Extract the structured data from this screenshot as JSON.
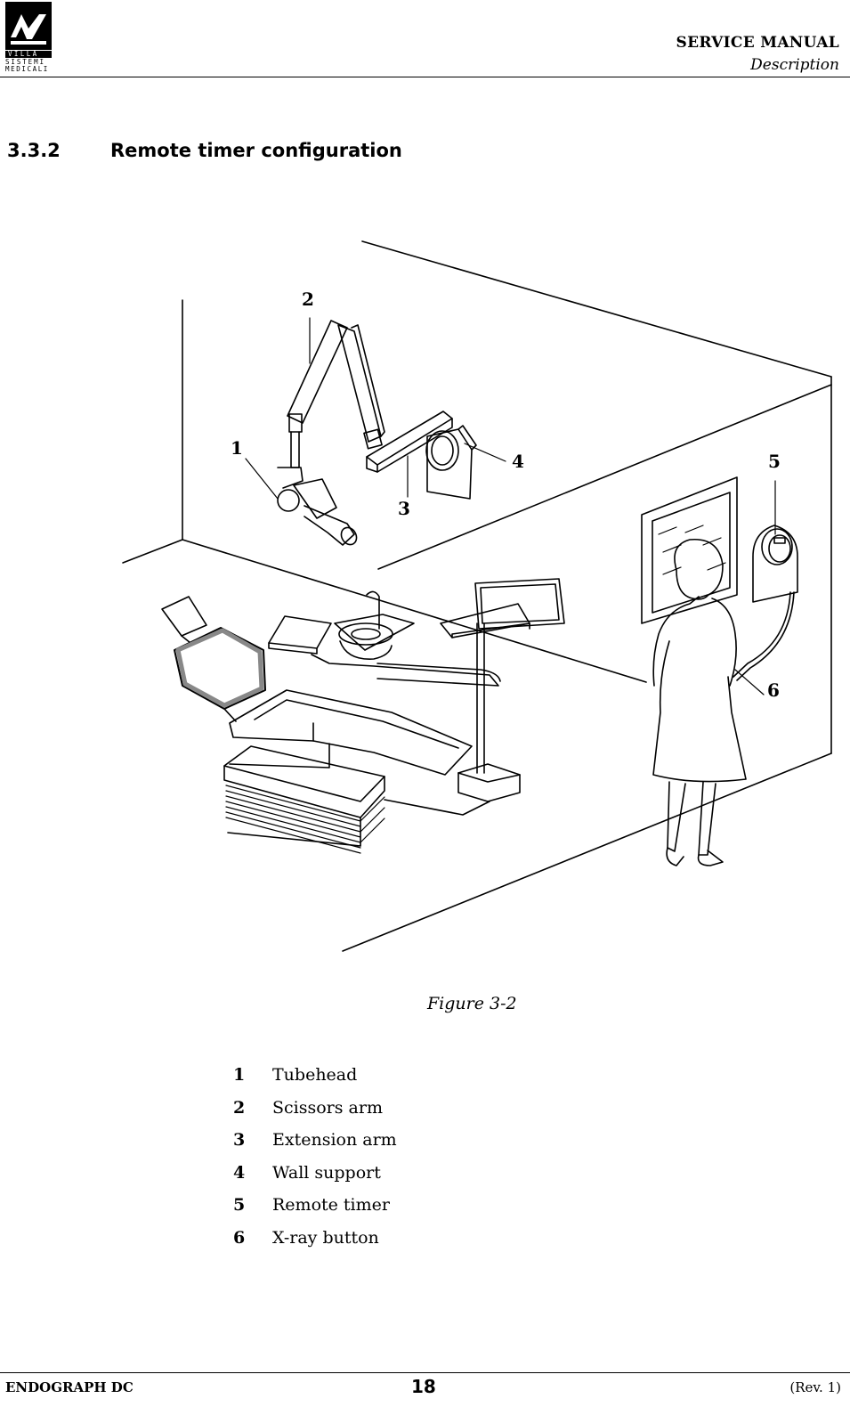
{
  "header": {
    "logo_lines": [
      "VILLA",
      "SISTEMI",
      "MEDICALI"
    ],
    "title": "SERVICE MANUAL",
    "subtitle": "Description"
  },
  "section": {
    "number": "3.3.2",
    "title": "Remote timer configuration"
  },
  "figure": {
    "callouts": [
      "1",
      "2",
      "3",
      "4",
      "5",
      "6"
    ],
    "caption": "Figure 3-2"
  },
  "legend": [
    {
      "num": "1",
      "label": "Tubehead"
    },
    {
      "num": "2",
      "label": "Scissors arm"
    },
    {
      "num": "3",
      "label": "Extension arm"
    },
    {
      "num": "4",
      "label": "Wall support"
    },
    {
      "num": "5",
      "label": "Remote timer"
    },
    {
      "num": "6",
      "label": "X-ray button"
    }
  ],
  "footer": {
    "product": "ENDOGRAPH DC",
    "page": "18",
    "revision": "(Rev. 1)"
  }
}
